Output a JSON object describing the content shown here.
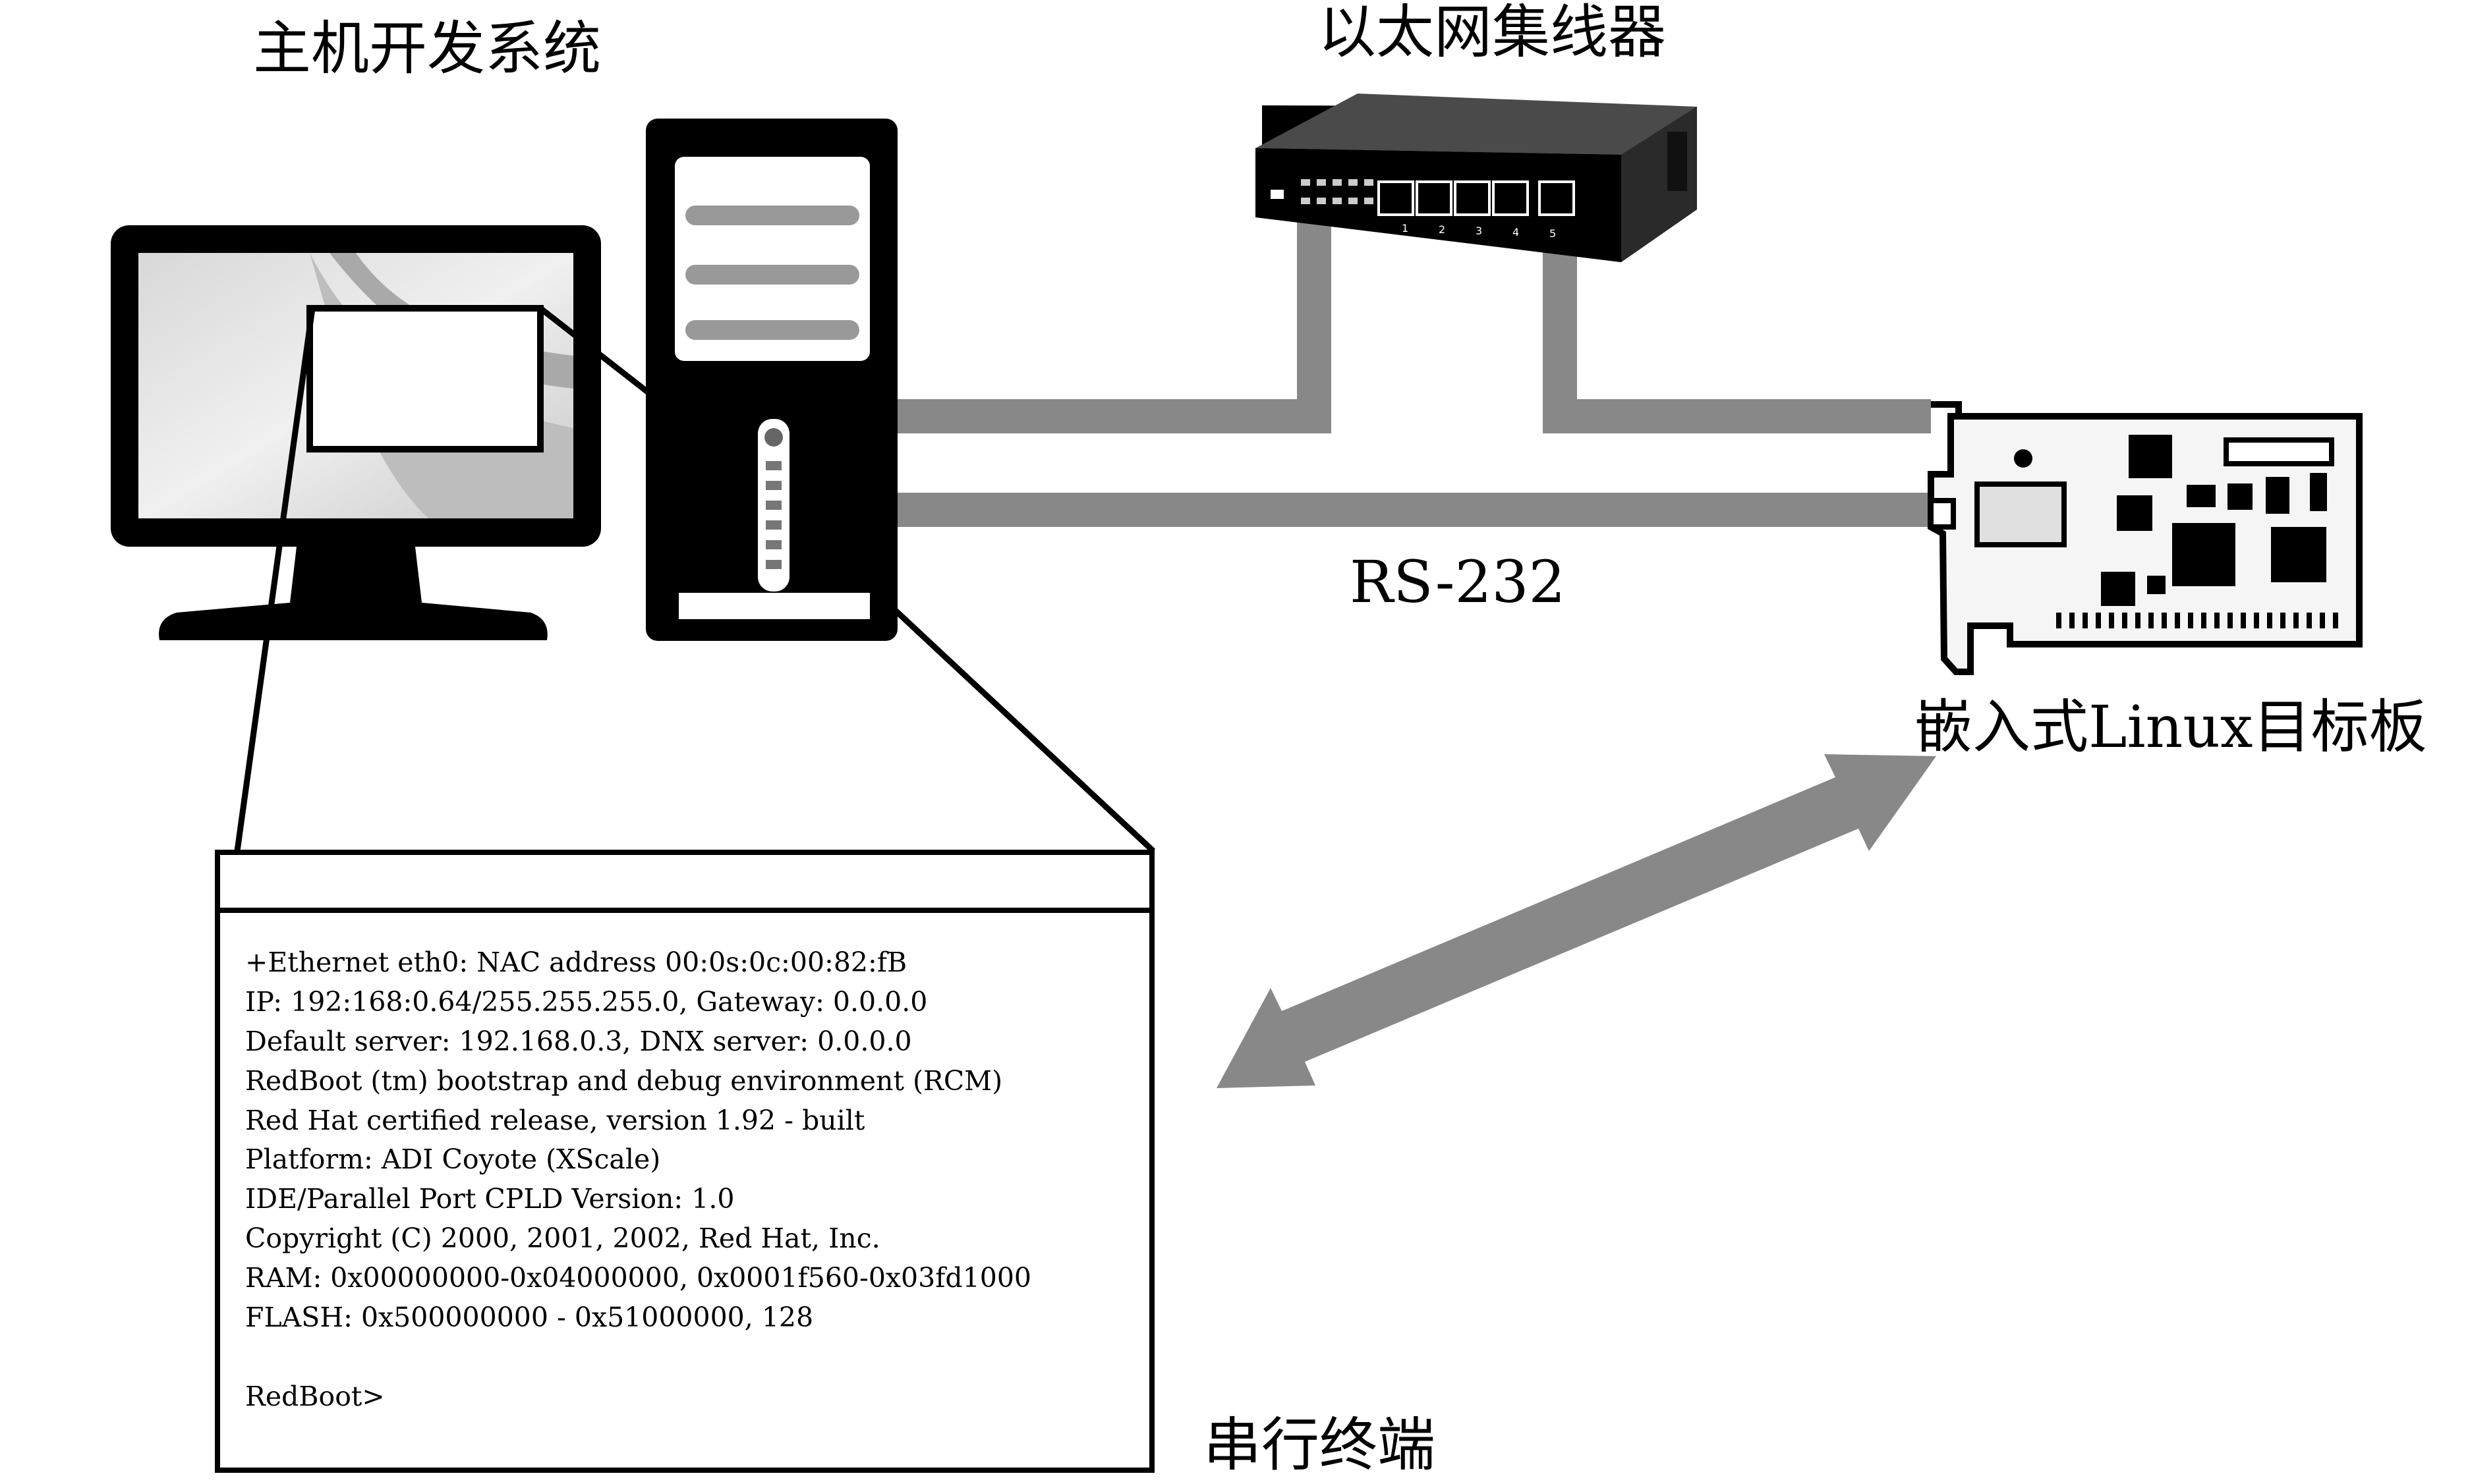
{
  "labels": {
    "host_system": "主机开发系统",
    "ethernet_hub": "以太网集线器",
    "rs232": "RS-232",
    "target_board": "嵌入式Linux目标板",
    "serial_terminal": "串行终端"
  },
  "terminal": {
    "lines": [
      "+Ethernet eth0: NAC address 00:0s:0c:00:82:fB",
      "IP: 192:168:0.64/255.255.255.0, Gateway: 0.0.0.0",
      "Default server: 192.168.0.3, DNX server: 0.0.0.0",
      "RedBoot (tm) bootstrap and debug environment (RCM)",
      "Red Hat certified release, version 1.92 - built",
      "Platform: ADI Coyote (XScale)",
      "IDE/Parallel Port CPLD Version: 1.0",
      "Copyright (C) 2000, 2001, 2002, Red Hat, Inc.",
      "RAM: 0x00000000-0x04000000, 0x0001f560-0x03fd1000",
      "FLASH: 0x500000000 - 0x51000000, 128",
      "",
      "RedBoot>"
    ]
  },
  "hub": {
    "port_numbers": [
      "1",
      "2",
      "3",
      "4",
      "5"
    ]
  },
  "colors": {
    "cable": "#888888",
    "outline": "#000000",
    "tower_bar": "#999999",
    "pcb": "#f5f5f5",
    "arrow": "#888888"
  }
}
